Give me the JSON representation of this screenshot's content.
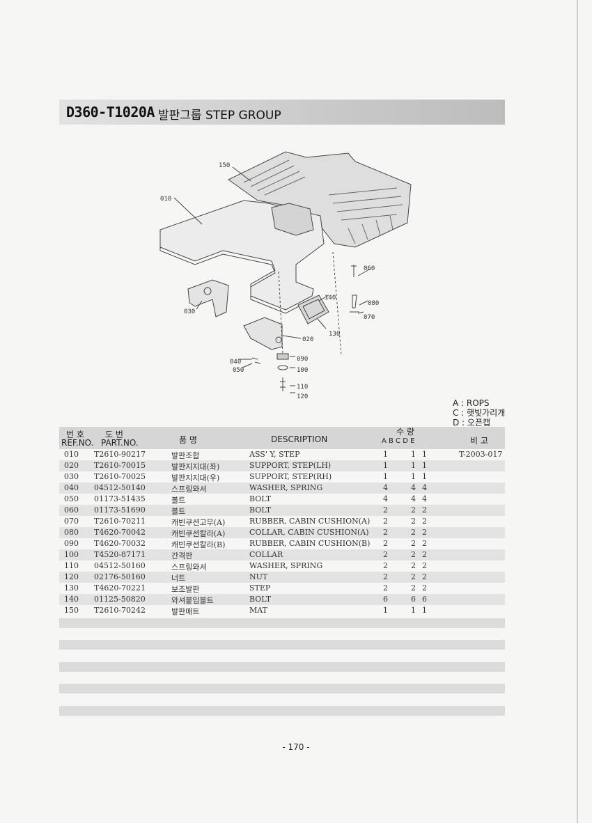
{
  "header": {
    "code": "D360-T1020A",
    "name": "발판그룹 STEP GROUP"
  },
  "diagram": {
    "callouts": [
      "150",
      "010",
      "060",
      "080",
      "070",
      "140",
      "030",
      "130",
      "020",
      "040",
      "090",
      "050",
      "100",
      "110",
      "120"
    ]
  },
  "legend": {
    "lines": [
      "A : ROPS",
      "C : 햇빛가리개",
      "D : 오픈캡"
    ]
  },
  "table": {
    "headers": {
      "no_ko": "번  호",
      "no_en": "REF.NO.",
      "part_ko": "도     번",
      "part_en": "PART.NO.",
      "name_ko": "품     명",
      "desc": "DESCRIPTION",
      "qty_title": "수     량",
      "qty_cols": "A  B  C  D  E",
      "remarks": "비   고"
    },
    "rows": [
      {
        "ref": "010",
        "part": "T2610-90217",
        "name": "발판조합",
        "desc": "ASS' Y, STEP",
        "a": "1",
        "c": "1",
        "d": "1",
        "note": "T-2003-017"
      },
      {
        "ref": "020",
        "part": "T2610-70015",
        "name": "발판지지대(좌)",
        "desc": "SUPPORT, STEP(LH)",
        "a": "1",
        "c": "1",
        "d": "1",
        "note": ""
      },
      {
        "ref": "030",
        "part": "T2610-70025",
        "name": "발판지지대(우)",
        "desc": "SUPPORT, STEP(RH)",
        "a": "1",
        "c": "1",
        "d": "1",
        "note": ""
      },
      {
        "ref": "040",
        "part": "04512-50140",
        "name": "스프링와셔",
        "desc": "WASHER, SPRING",
        "a": "4",
        "c": "4",
        "d": "4",
        "note": ""
      },
      {
        "ref": "050",
        "part": "01173-51435",
        "name": "볼트",
        "desc": "BOLT",
        "a": "4",
        "c": "4",
        "d": "4",
        "note": ""
      },
      {
        "ref": "060",
        "part": "01173-51690",
        "name": "볼트",
        "desc": "BOLT",
        "a": "2",
        "c": "2",
        "d": "2",
        "note": ""
      },
      {
        "ref": "070",
        "part": "T2610-70211",
        "name": "캐빈쿠션고무(A)",
        "desc": "RUBBER, CABIN CUSHION(A)",
        "a": "2",
        "c": "2",
        "d": "2",
        "note": ""
      },
      {
        "ref": "080",
        "part": "T4620-70042",
        "name": "캐빈쿠션칼라(A)",
        "desc": "COLLAR, CABIN CUSHION(A)",
        "a": "2",
        "c": "2",
        "d": "2",
        "note": ""
      },
      {
        "ref": "090",
        "part": "T4620-70032",
        "name": "캐빈쿠션칼라(B)",
        "desc": "RUBBER, CABIN CUSHION(B)",
        "a": "2",
        "c": "2",
        "d": "2",
        "note": ""
      },
      {
        "ref": "100",
        "part": "T4520-87171",
        "name": "간격판",
        "desc": "COLLAR",
        "a": "2",
        "c": "2",
        "d": "2",
        "note": ""
      },
      {
        "ref": "110",
        "part": "04512-50160",
        "name": "스프링와셔",
        "desc": "WASHER, SPRING",
        "a": "2",
        "c": "2",
        "d": "2",
        "note": ""
      },
      {
        "ref": "120",
        "part": "02176-50160",
        "name": "너트",
        "desc": "NUT",
        "a": "2",
        "c": "2",
        "d": "2",
        "note": ""
      },
      {
        "ref": "130",
        "part": "T4620-70221",
        "name": "보조발판",
        "desc": "STEP",
        "a": "2",
        "c": "2",
        "d": "2",
        "note": ""
      },
      {
        "ref": "140",
        "part": "01125-50820",
        "name": "와셔붙임볼트",
        "desc": "BOLT",
        "a": "6",
        "c": "6",
        "d": "6",
        "note": ""
      },
      {
        "ref": "150",
        "part": "T2610-70242",
        "name": "발판매트",
        "desc": "MAT",
        "a": "1",
        "c": "1",
        "d": "1",
        "note": ""
      }
    ]
  },
  "footer": {
    "page": "- 170 -"
  }
}
